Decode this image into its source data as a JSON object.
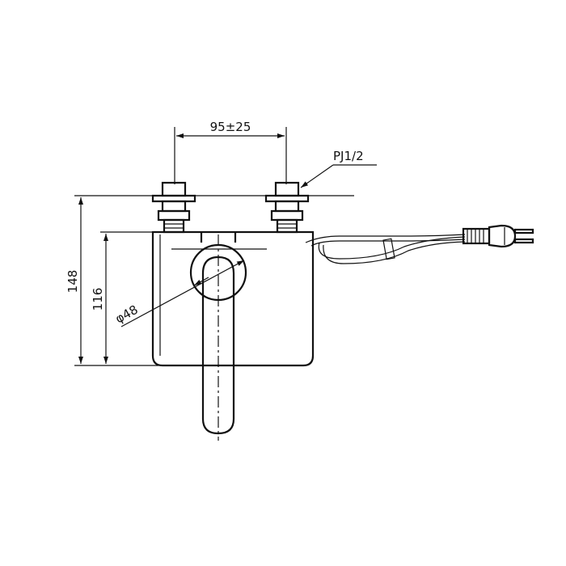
{
  "dimensions": {
    "spacing": "95±25",
    "thread": "PJ1/2",
    "total_height": "148",
    "body_height": "116",
    "handle_diameter": "φ48"
  }
}
